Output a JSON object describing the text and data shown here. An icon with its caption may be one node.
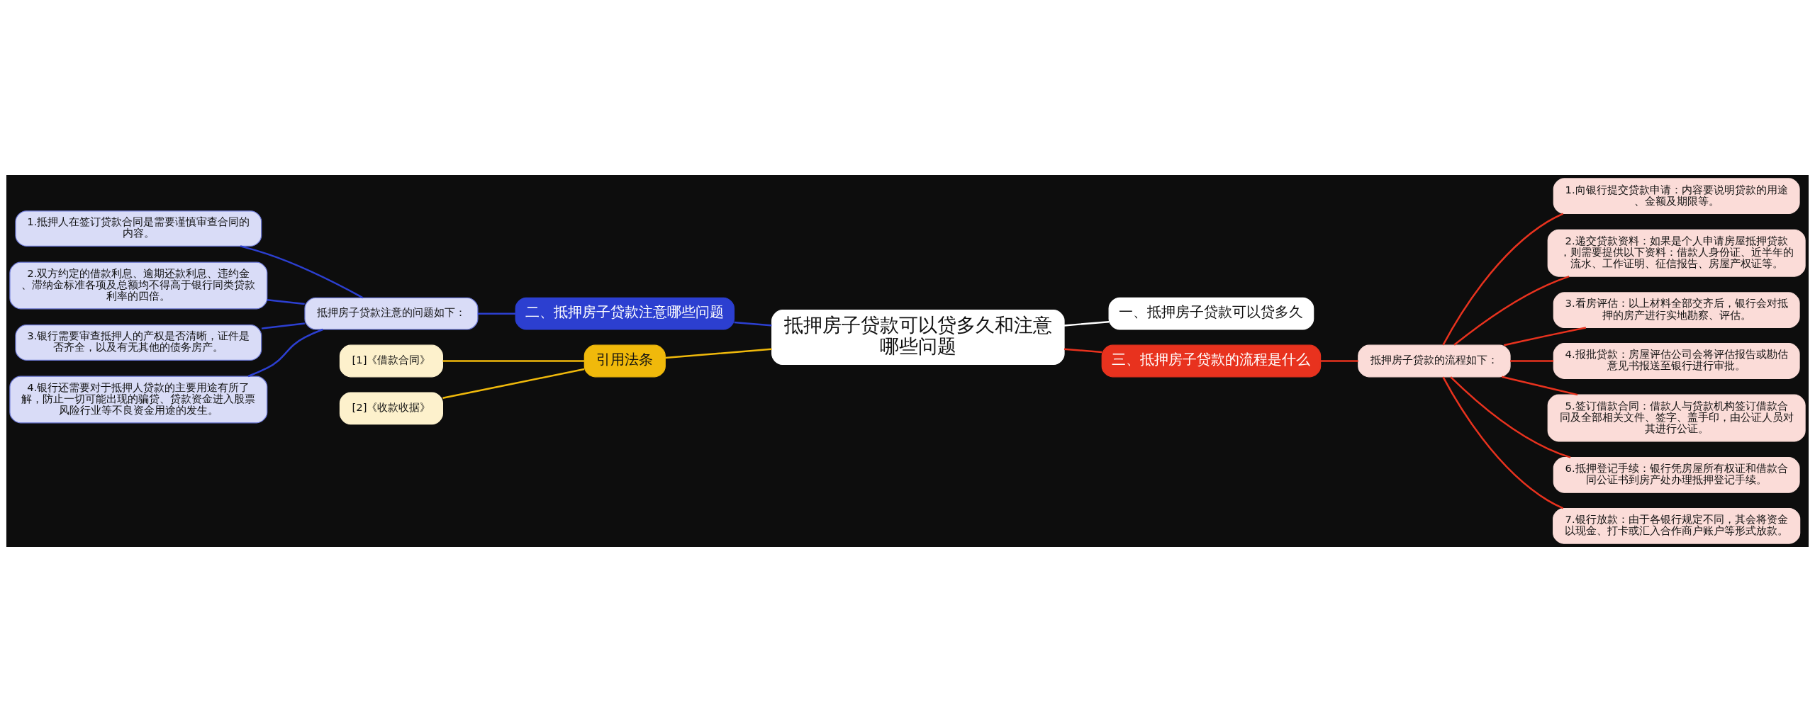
{
  "diagram": {
    "nodes": [
      {
        "text": [
          "抵押房子贷款可以贷多久和注意哪些问题"
        ]
      },
      {
        "text": [
          "一、抵押房子贷款可以贷多久"
        ]
      },
      {
        "text": [
          "二、抵押房子贷款注意哪些问题"
        ]
      },
      {
        "text": [
          "抵押房子贷款注意的问题如下："
        ]
      },
      {
        "text": [
          "1.抵押人在签订贷款合同是需要谨慎审查合同的内容。"
        ]
      },
      {
        "text": [
          "2.双方约定的借款利息、逾期还款利息、违约金、滞纳金标准各项及总额均不得高于银行同类贷款利率的四倍。"
        ]
      },
      {
        "text": [
          "3.银行需要审查抵押人的产权是否清晰，证件是否齐全，以及有无其他的债务房产。"
        ]
      },
      {
        "text": [
          "4.银行还需要对于抵押人贷款的主要用途有所了解，防止一切可能出现的骗贷、贷款资金进入股票风险行业等不良资金用途的发生。"
        ]
      },
      {
        "text": [
          "引用法条"
        ]
      },
      {
        "text": [
          "[1]《借款合同》"
        ]
      },
      {
        "text": [
          "[2]《收款收据》"
        ]
      },
      {
        "text": [
          "三、抵押房子贷款的流程是什么"
        ]
      },
      {
        "text": [
          "抵押房子贷款的流程如下："
        ]
      },
      {
        "text": [
          "1.向银行提交贷款申请：内容要说明贷款的用途、金额及期限等。"
        ]
      },
      {
        "text": [
          "2.递交贷款资料：如果是个人申请房屋抵押贷款，则需要提供以下资料：借款人身份证、近半年的流水、工作证明、征信报告、房屋产权证等。"
        ]
      },
      {
        "text": [
          "3.看房评估：以上材料全部交齐后，银行会对抵押的房产进行实地勘察、评估。"
        ]
      },
      {
        "text": [
          "4.报批贷款：房屋评估公司会将评估报告或勘估意见书报送至银行进行审批。"
        ]
      },
      {
        "text": [
          "5.签订借款合同：借款人与贷款机构签订借款合同及全部相关文件、签字、盖手印，由公证人员对其进行公证。"
        ]
      },
      {
        "text": [
          "6.抵押登记手续：银行凭房屋所有权证和借款合同公证书到房产处办理抵押登记手续。"
        ]
      },
      {
        "text": [
          "7.银行放款：由于各银行规定不同，其会将资金以现金、打卡或汇入合作商户账户等形式放款。"
        ]
      }
    ],
    "edges": [
      {
        "from": 0,
        "to": 1,
        "arrow": "none",
        "color": "#ffffff"
      },
      {
        "from": 0,
        "to": 2,
        "arrow": "none",
        "color": "#2c3fd0"
      },
      {
        "from": 2,
        "to": 3,
        "arrow": "none",
        "color": "#2c3fd0"
      },
      {
        "from": 3,
        "to": 4,
        "arrow": "none",
        "color": "#2c3fd0"
      },
      {
        "from": 3,
        "to": 5,
        "arrow": "none",
        "color": "#2c3fd0"
      },
      {
        "from": 3,
        "to": 6,
        "arrow": "none",
        "color": "#2c3fd0"
      },
      {
        "from": 3,
        "to": 7,
        "arrow": "none",
        "color": "#2c3fd0"
      },
      {
        "from": 0,
        "to": 8,
        "arrow": "none",
        "color": "#f0b90b"
      },
      {
        "from": 8,
        "to": 9,
        "arrow": "none",
        "color": "#f0b90b"
      },
      {
        "from": 8,
        "to": 10,
        "arrow": "none",
        "color": "#f0b90b"
      },
      {
        "from": 0,
        "to": 11,
        "arrow": "none",
        "color": "#e8321e"
      },
      {
        "from": 11,
        "to": 12,
        "arrow": "none",
        "color": "#e8321e"
      },
      {
        "from": 12,
        "to": 13,
        "arrow": "none",
        "color": "#e8321e"
      },
      {
        "from": 12,
        "to": 14,
        "arrow": "none",
        "color": "#e8321e"
      },
      {
        "from": 12,
        "to": 15,
        "arrow": "none",
        "color": "#e8321e"
      },
      {
        "from": 12,
        "to": 16,
        "arrow": "none",
        "color": "#e8321e"
      },
      {
        "from": 12,
        "to": 17,
        "arrow": "none",
        "color": "#e8321e"
      },
      {
        "from": 12,
        "to": 18,
        "arrow": "none",
        "color": "#e8321e"
      },
      {
        "from": 12,
        "to": 19,
        "arrow": "none",
        "color": "#e8321e"
      }
    ]
  }
}
